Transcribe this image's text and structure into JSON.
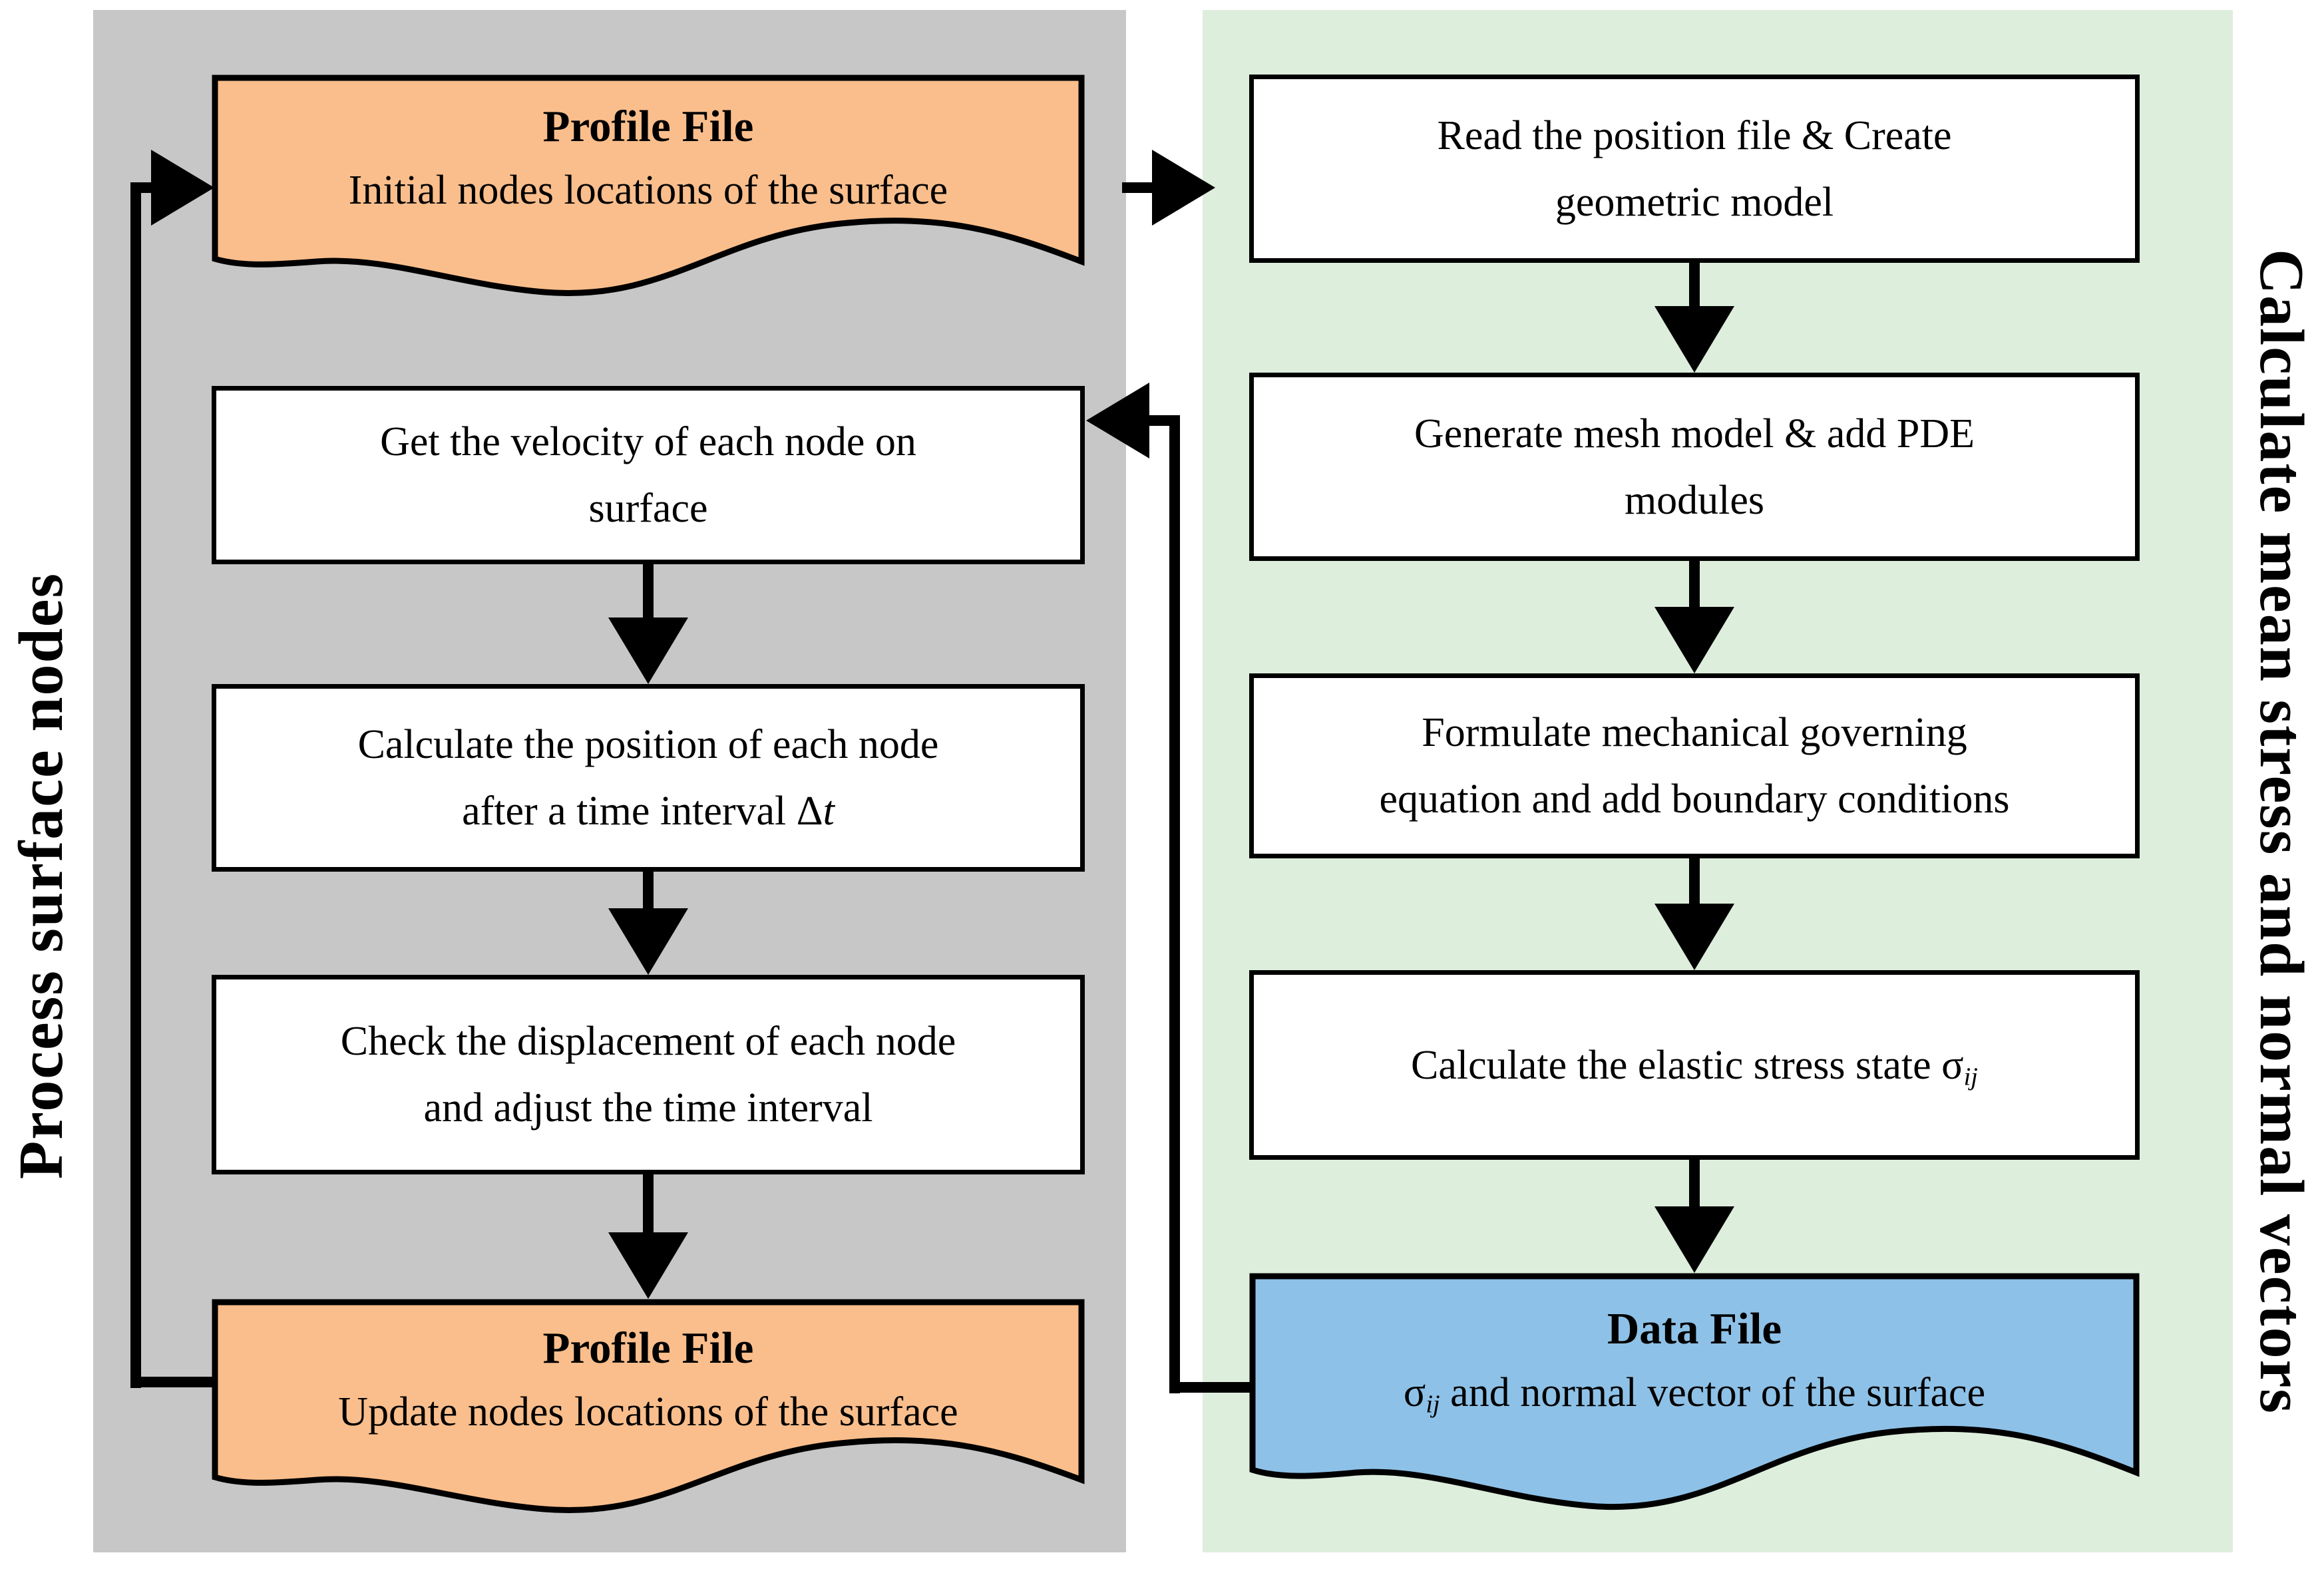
{
  "diagram": {
    "colors": {
      "left_bg": "#c7c7c7",
      "right_bg": "#deeedd",
      "profile_fill": "#fabe8c",
      "data_fill": "#8ec1e7",
      "line": "#000000",
      "box_bg": "#ffffff"
    },
    "left_panel": {
      "label": "Process surface nodes",
      "nodes": {
        "profile_top": {
          "title": "Profile File",
          "line": "Initial nodes locations of the surface"
        },
        "velocity": {
          "line1": "Get the velocity of each node on",
          "line2": "surface"
        },
        "position": {
          "line1": "Calculate the position of each node",
          "line2_pre": "after a time interval Δ",
          "line2_var": "t"
        },
        "displacement": {
          "line1": "Check the displacement of each node",
          "line2": "and adjust the time interval"
        },
        "profile_bottom": {
          "title": "Profile File",
          "line": "Update nodes locations of the surface"
        }
      }
    },
    "right_panel": {
      "label": "Calculate mean stress and normal vectors",
      "nodes": {
        "read": {
          "line1": "Read the position file & Create",
          "line2": "geometric model"
        },
        "mesh": {
          "line1": "Generate mesh model & add PDE",
          "line2": "modules"
        },
        "formulate": {
          "line1": "Formulate mechanical governing",
          "line2": "equation and add boundary conditions"
        },
        "stress": {
          "pre": "Calculate the elastic stress state σ",
          "sub": "ij"
        },
        "data_file": {
          "title": "Data File",
          "sigma": "σ",
          "sub": "ij",
          "rest": " and normal vector of the surface"
        }
      }
    }
  }
}
